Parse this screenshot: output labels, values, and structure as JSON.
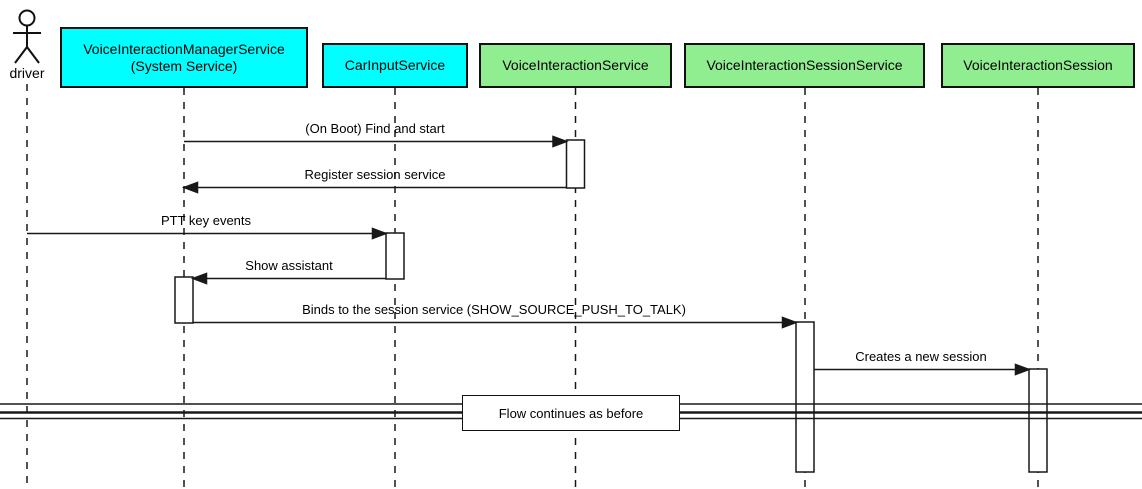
{
  "diagram": {
    "type": "uml-sequence",
    "actor": {
      "name": "driver"
    },
    "participants": [
      {
        "label": "VoiceInteractionManagerService",
        "sublabel": "(System Service)",
        "color": "cyan"
      },
      {
        "label": "CarInputService",
        "color": "cyan"
      },
      {
        "label": "VoiceInteractionService",
        "color": "green"
      },
      {
        "label": "VoiceInteractionSessionService",
        "color": "green"
      },
      {
        "label": "VoiceInteractionSession",
        "color": "green"
      }
    ],
    "messages": [
      {
        "from": "VoiceInteractionManagerService",
        "to": "VoiceInteractionService",
        "label": "(On Boot) Find and start"
      },
      {
        "from": "VoiceInteractionService",
        "to": "VoiceInteractionManagerService",
        "label": "Register session service"
      },
      {
        "from": "driver",
        "to": "CarInputService",
        "label": "PTT key events"
      },
      {
        "from": "CarInputService",
        "to": "VoiceInteractionManagerService",
        "label": "Show assistant"
      },
      {
        "from": "VoiceInteractionManagerService",
        "to": "VoiceInteractionSessionService",
        "label": "Binds to the session service (SHOW_SOURCE_PUSH_TO_TALK)"
      },
      {
        "from": "VoiceInteractionSessionService",
        "to": "VoiceInteractionSession",
        "label": "Creates a new session"
      }
    ],
    "divider": {
      "label": "Flow continues as before"
    }
  },
  "colors": {
    "participant-cyan": "#00FFFF",
    "participant-green": "#90EE90",
    "line": "#181818",
    "bg": "#FFFFFF"
  }
}
